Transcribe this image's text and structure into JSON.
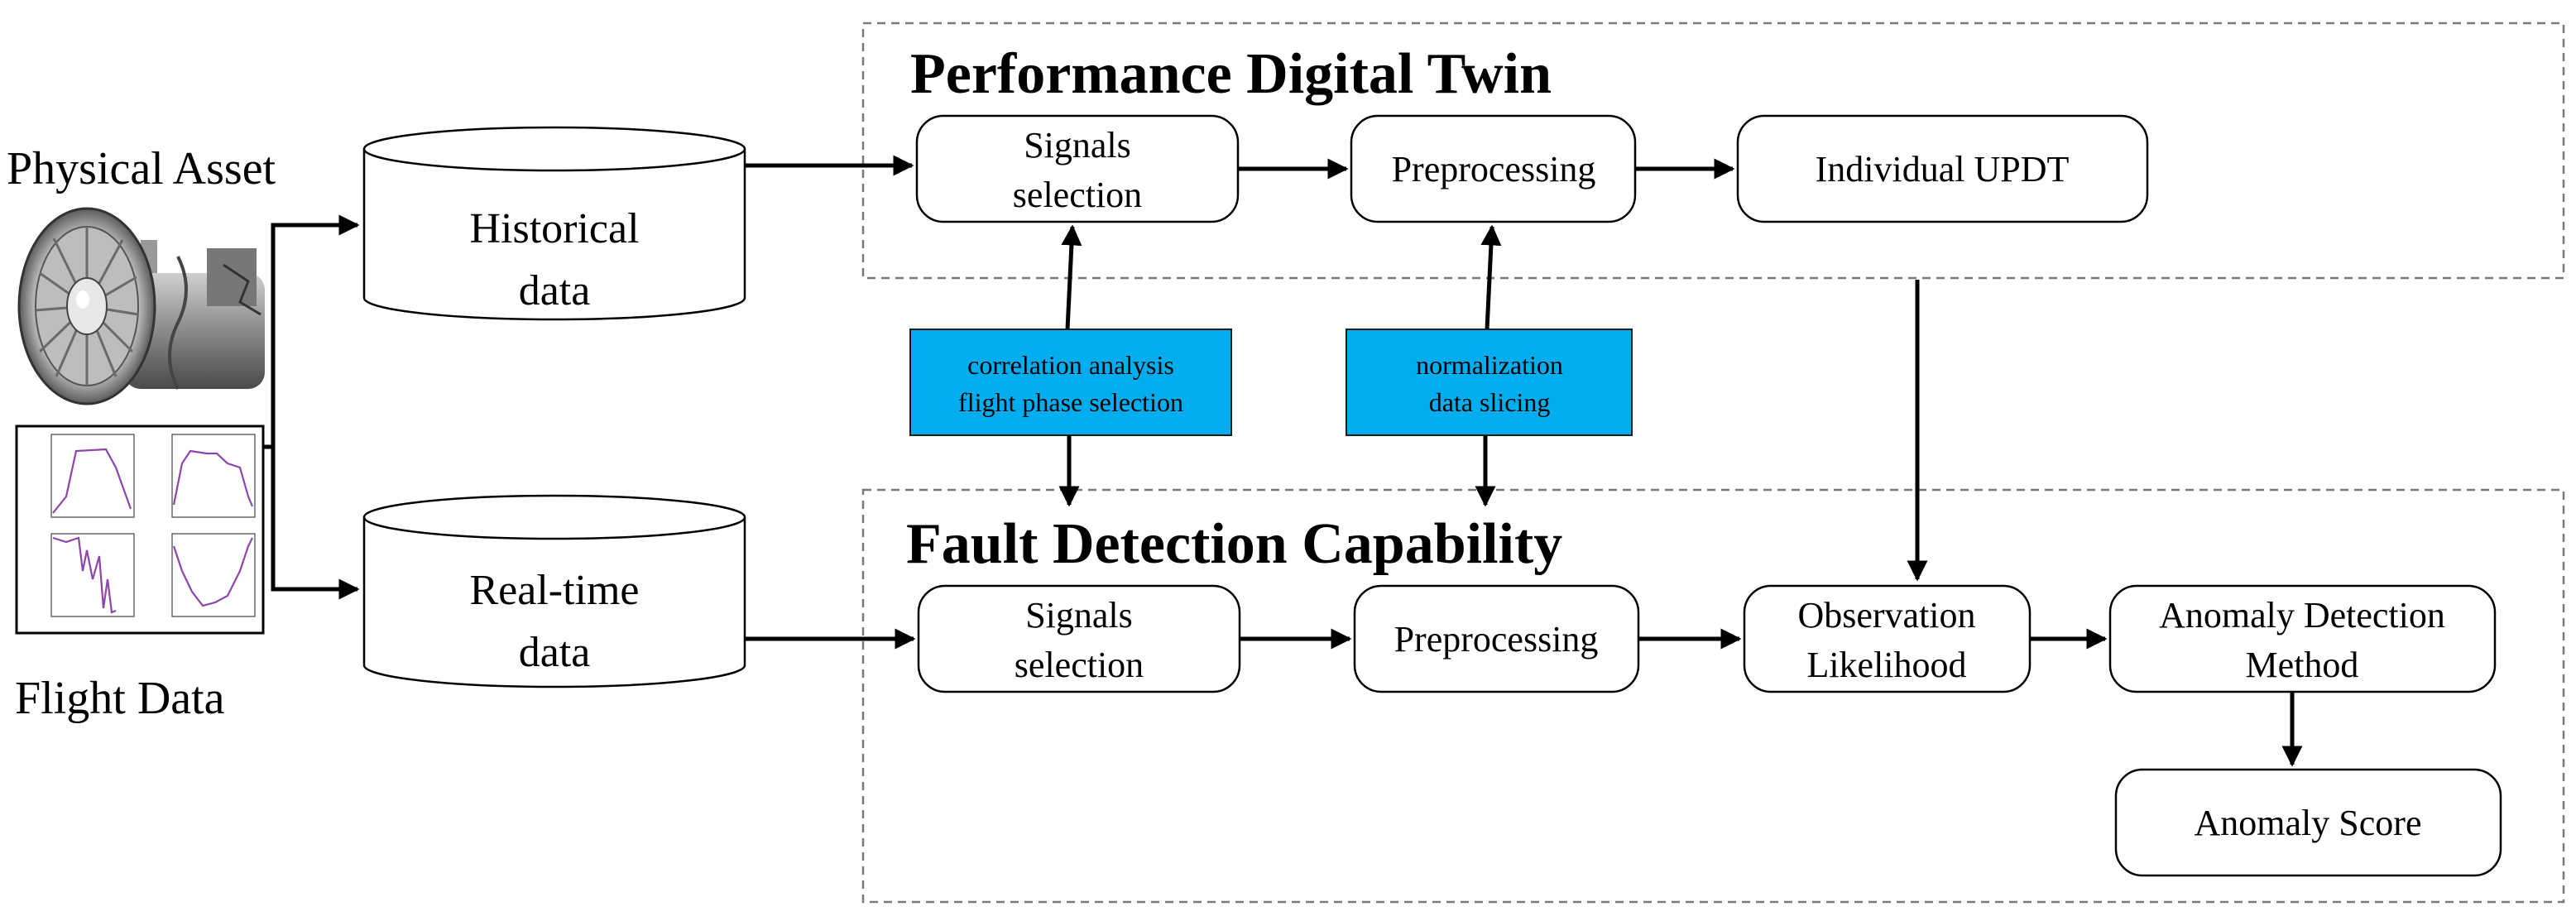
{
  "sections": {
    "digital_twin_title": "Performance Digital Twin",
    "fault_detection_title": "Fault Detection Capability"
  },
  "inputs": {
    "physical_asset_label": "Physical Asset",
    "flight_data_label": "Flight Data"
  },
  "storage": {
    "historical": [
      "Historical",
      "data"
    ],
    "realtime": [
      "Real-time",
      "data"
    ]
  },
  "top_row": {
    "signals": [
      "Signals",
      "selection"
    ],
    "preprocessing": [
      "Preprocessing"
    ],
    "updt": [
      "Individual UPDT"
    ]
  },
  "bottom_row": {
    "signals": [
      "Signals",
      "selection"
    ],
    "preprocessing": [
      "Preprocessing"
    ],
    "likelihood": [
      "Observation",
      "Likelihood"
    ],
    "anomaly_method": [
      "Anomaly Detection",
      "Method"
    ],
    "anomaly_score": [
      "Anomaly Score"
    ]
  },
  "notes": {
    "selection": [
      "correlation analysis",
      "flight phase selection"
    ],
    "preprocessing": [
      "normalization",
      "data slicing"
    ]
  },
  "colors": {
    "note_fill": "#00aeef",
    "plot_line": "#8e44ad"
  }
}
